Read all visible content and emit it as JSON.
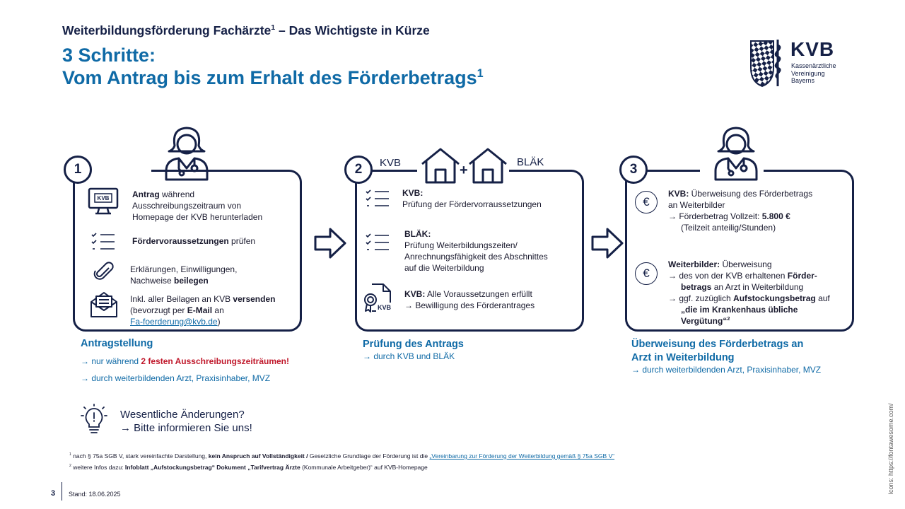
{
  "header": {
    "supertitle": "Weiterbildungsförderung Fachärzte",
    "supertitle_sup": "1",
    "supertitle_rest": " – Das Wichtigste in Kürze",
    "title_line1": "3 Schritte:",
    "title_line2": "Vom Antrag bis zum Erhalt des Förderbetrags",
    "title_sup": "1"
  },
  "logo": {
    "name": "KVB",
    "line1": "Kassenärztliche",
    "line2": "Vereinigung",
    "line3": "Bayerns",
    "color": "#152046"
  },
  "step1": {
    "number": "1",
    "monitor_label": "KVB",
    "item1_bold": "Antrag",
    "item1_rest": " während",
    "item1_line2": "Ausschreibungszeitraum von",
    "item1_line3": "Homepage der KVB herunterladen",
    "item2_bold": "Fördervoraussetzungen",
    "item2_rest": " prüfen",
    "item3_line1": "Erklärungen, Einwilligungen,",
    "item3_line2a": "Nachweise ",
    "item3_line2b": "beilegen",
    "item4_line1a": "Inkl. aller Beilagen an KVB ",
    "item4_line1b": "versenden",
    "item4_line2a": "(bevorzugt per ",
    "item4_line2b": "E-Mail",
    "item4_line2c": " an",
    "item4_email": "Fa-foerderung@kvb.de",
    "item4_close": ")",
    "caption": "Antragstellung",
    "note1_a": "→ nur während ",
    "note1_b": "2 festen Ausschreibungszeiträumen!",
    "note2": "→ durch weiterbildenden Arzt, Praxisinhaber, MVZ"
  },
  "step2": {
    "number": "2",
    "label_left": "KVB",
    "label_plus": "+",
    "label_right": "BLÄK",
    "item1_title": "KVB:",
    "item1_text": "Prüfung der Fördervorraussetzungen",
    "item2_title": "BLÄK:",
    "item2_line1": "Prüfung Weiterbildungszeiten/",
    "item2_line2": "Anrechnungsfähigkeit des Abschnittes",
    "item2_line3": "auf die Weiterbildung",
    "doc_label": "KVB",
    "item3_title": "KVB:",
    "item3_rest": " Alle Voraussetzungen erfüllt",
    "item3_line2": "→ Bewilligung des Förderantrages",
    "caption": "Prüfung des Antrags",
    "note": "→ durch KVB und BLÄK"
  },
  "step3": {
    "number": "3",
    "euro": "€",
    "item1_title": "KVB:",
    "item1_rest": " Überweisung des Förderbetrags",
    "item1_line2": "an Weiterbilder",
    "item1_line3a": "→ Förderbetrag Vollzeit: ",
    "item1_line3b": "5.800 €",
    "item1_line4": "(Teilzeit anteilig/Stunden)",
    "item2_title": "Weiterbilder:",
    "item2_rest": " Überweisung",
    "item2_line2a": "→ des von der KVB erhaltenen ",
    "item2_line2b": "Förder-",
    "item2_line3a": "betrags",
    "item2_line3b": " an Arzt in Weiterbildung",
    "item2_line4a": "→ ggf. zuzüglich ",
    "item2_line4b": "Aufstockungsbetrag",
    "item2_line4c": " auf",
    "item2_line5": "„die im Krankenhaus übliche",
    "item2_line6": "Vergütung“",
    "item2_sup": "2",
    "caption_line1": "Überweisung des Förderbetrags an",
    "caption_line2": "Arzt in Weiterbildung",
    "note": "→ durch weiterbildenden Arzt, Praxisinhaber, MVZ"
  },
  "hint": {
    "line1": "Wesentliche Änderungen?",
    "line2": "→ Bitte informieren Sie uns!"
  },
  "footnotes": {
    "f1_sup": "1",
    "f1_a": " nach § 75a SGB V, stark vereinfachte Darstellung, ",
    "f1_b": "kein Anspruch auf Vollständigkeit /",
    "f1_c": "  Gesetzliche Grundlage der Förderung ist die ",
    "f1_link": "„Vereinbarung zur Förderung der Weiterbildung gemäß § 75a SGB V“",
    "f2_sup": "2",
    "f2_a": " weitere Infos dazu: ",
    "f2_b": "Infoblatt „Aufstockungsbetrag“ Dokument „Tarifvertrag Ärzte",
    "f2_c": " (Kommunale Arbeitgeber)“ auf KVB-Homepage"
  },
  "footer": {
    "page": "3",
    "stand": "Stand: 18.06.2025",
    "icons_credit": "Icons: https://fontawesome.com/"
  }
}
